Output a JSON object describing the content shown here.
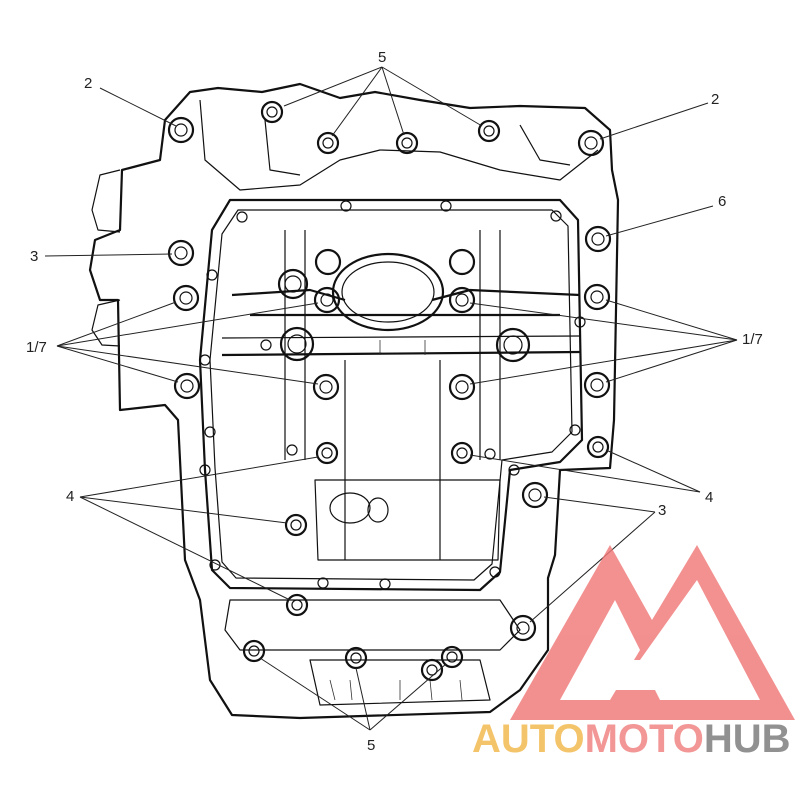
{
  "callouts": {
    "label_2": "2",
    "label_3": "3",
    "label_4": "4",
    "label_5": "5",
    "label_6": "6",
    "label_17": "1/7"
  },
  "watermark": {
    "part_auto": "AUTO",
    "part_moto": "MOTO",
    "part_hub": "HUB",
    "colors": {
      "auto": "#f2b84b",
      "moto": "#f08080",
      "hub": "#7a7a7a",
      "logo": "#f07878"
    }
  }
}
